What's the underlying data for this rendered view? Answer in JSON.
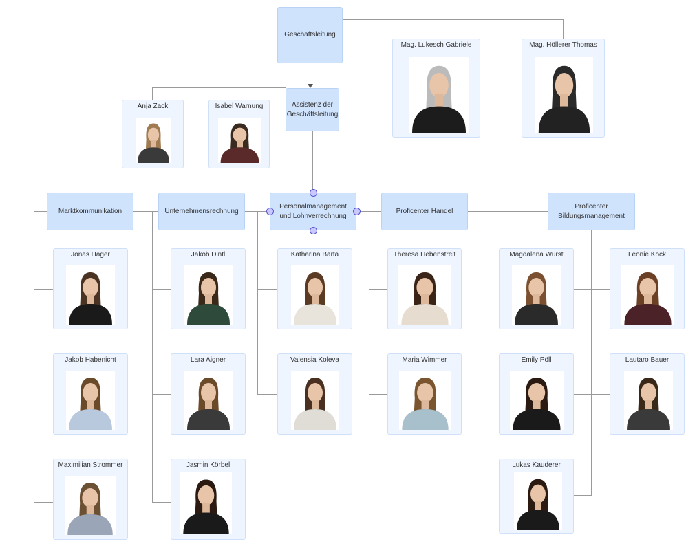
{
  "top": {
    "title": "Geschäftsleitung",
    "assistant": "Assistenz der Geschäftsleitung"
  },
  "management": [
    {
      "name": "Mag. Lukesch Gabriele",
      "shirt": "#1c1c1c",
      "hair": "#bbbbbb"
    },
    {
      "name": "Mag. Höllerer Thomas",
      "shirt": "#222222",
      "hair": "#2a2a2a"
    }
  ],
  "assistants": [
    {
      "name": "Anja Zack",
      "shirt": "#3a3a3a",
      "hair": "#a07a50"
    },
    {
      "name": "Isabel Warnung",
      "shirt": "#5a2a2a",
      "hair": "#3b2a20"
    }
  ],
  "departments": [
    "Marktkommunikation",
    "Unternehmensrechnung",
    "Personalmanagement und Lohnverrechnung",
    "Proficenter Handel",
    "Proficenter Bildungsmanagement"
  ],
  "members": [
    {
      "name": "Jonas Hager",
      "shirt": "#1a1a1a",
      "hair": "#4a3322"
    },
    {
      "name": "Jakob Habenicht",
      "shirt": "#b8c8dd",
      "hair": "#6b4a2a"
    },
    {
      "name": "Maximilian Strommer",
      "shirt": "#9aa6b8",
      "hair": "#6b5033"
    },
    {
      "name": "Jakob Dintl",
      "shirt": "#2e4a3a",
      "hair": "#3a2818"
    },
    {
      "name": "Lara Aigner",
      "shirt": "#3a3a3a",
      "hair": "#6b4a2a"
    },
    {
      "name": "Jasmin Körbel",
      "shirt": "#1a1a1a",
      "hair": "#2a1a12"
    },
    {
      "name": "Katharina Barta",
      "shirt": "#e8e4dc",
      "hair": "#5a3a22"
    },
    {
      "name": "Valensia Koleva",
      "shirt": "#e0dcd6",
      "hair": "#4a3020"
    },
    {
      "name": "Theresa Hebenstreit",
      "shirt": "#e6ddd0",
      "hair": "#3a2418"
    },
    {
      "name": "Maria Wimmer",
      "shirt": "#a8c0cc",
      "hair": "#7a5530"
    },
    {
      "name": "Magdalena Wurst",
      "shirt": "#2a2a2a",
      "hair": "#7a5030"
    },
    {
      "name": "Emily Pöll",
      "shirt": "#1a1a1a",
      "hair": "#2a1a12"
    },
    {
      "name": "Lukas Kauderer",
      "shirt": "#1a1a1a",
      "hair": "#2a1a12"
    },
    {
      "name": "Leonie Köck",
      "shirt": "#4a2228",
      "hair": "#6b4025"
    },
    {
      "name": "Lautaro Bauer",
      "shirt": "#3a3a3a",
      "hair": "#3a2818"
    }
  ]
}
